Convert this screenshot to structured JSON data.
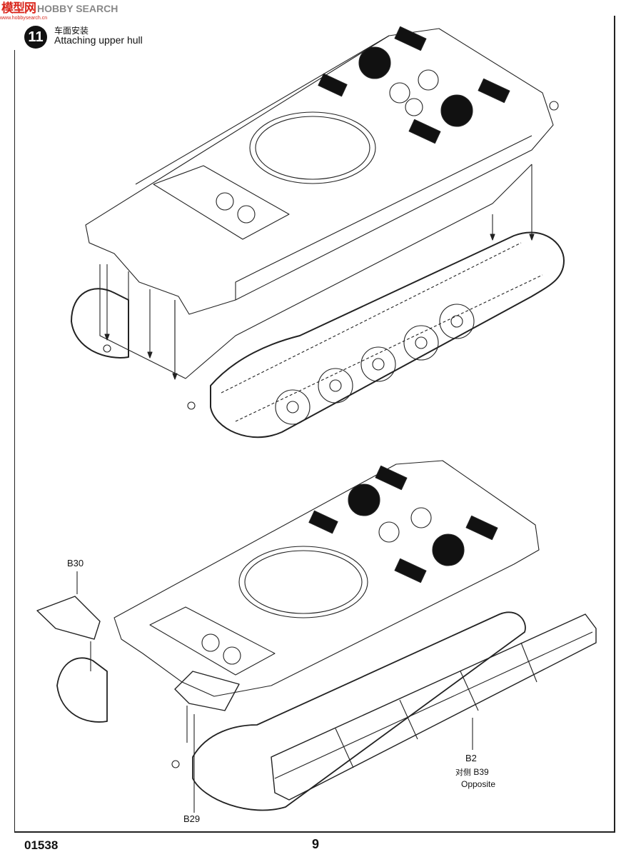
{
  "watermark": {
    "brand_cn": "模型网",
    "brand_en": "HOBBY SEARCH",
    "url": "www.hobbysearch.cn"
  },
  "step": {
    "number": "11",
    "title_cn": "车面安装",
    "title_en": "Attaching upper hull"
  },
  "parts": {
    "b30": "B30",
    "b29": "B29",
    "b2": "B2",
    "b39_cn_prefix": "对侧",
    "b39": "B39",
    "opposite": "Opposite"
  },
  "footer": {
    "code": "01538",
    "page": "9"
  }
}
